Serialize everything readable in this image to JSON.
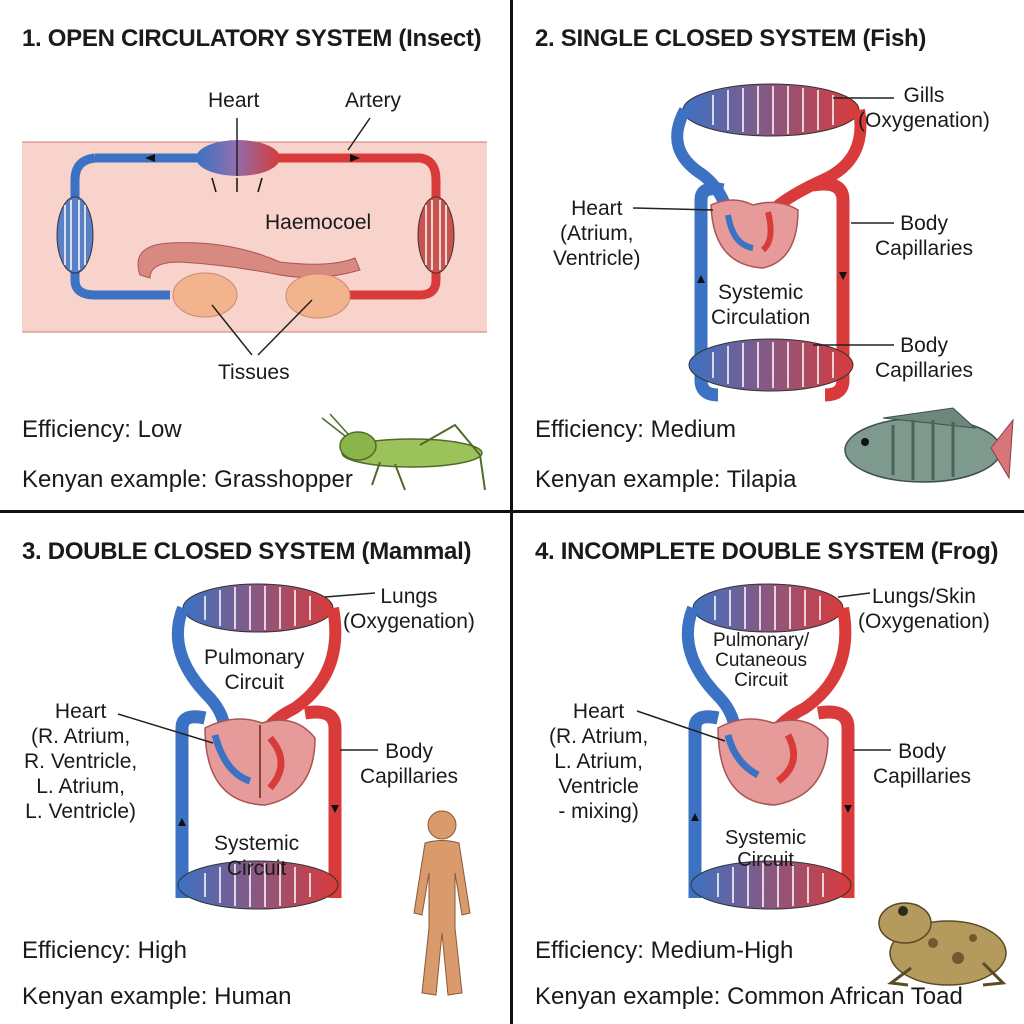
{
  "panels": [
    {
      "title": "1. OPEN CIRCULATORY SYSTEM (Insect)",
      "labels": {
        "heart": "Heart",
        "artery": "Artery",
        "haemocoel": "Haemocoel",
        "tissues": "Tissues"
      },
      "efficiency_label": "Efficiency:",
      "efficiency": "Low",
      "example_label": "Kenyan example:",
      "example": "Grasshopper",
      "illustration": "grasshopper-icon"
    },
    {
      "title": "2. SINGLE CLOSED SYSTEM (Fish)",
      "labels": {
        "gills": [
          "Gills",
          "(Oxygenation)"
        ],
        "heart": [
          "Heart",
          "(Atrium,",
          "Ventricle)"
        ],
        "body1": [
          "Body",
          "Capillaries"
        ],
        "center": [
          "Systemic",
          "Circulation"
        ],
        "body2": [
          "Body",
          "Capillaries"
        ]
      },
      "efficiency_label": "Efficiency:",
      "efficiency": "Medium",
      "example_label": "Kenyan example:",
      "example": "Tilapia",
      "illustration": "fish-icon"
    },
    {
      "title": "3. DOUBLE CLOSED SYSTEM (Mammal)",
      "labels": {
        "lungs": [
          "Lungs",
          "(Oxygenation)"
        ],
        "pulmonary": [
          "Pulmonary",
          "Circuit"
        ],
        "heart": [
          "Heart",
          "(R. Atrium,",
          "R. Ventricle,",
          "L. Atrium,",
          "L. Ventricle)"
        ],
        "body": [
          "Body",
          "Capillaries"
        ],
        "systemic": [
          "Systemic",
          "Circuit"
        ]
      },
      "efficiency_label": "Efficiency:",
      "efficiency": "High",
      "example_label": "Kenyan example:",
      "example": "Human",
      "illustration": "human-silhouette-icon"
    },
    {
      "title": "4. INCOMPLETE DOUBLE SYSTEM (Frog)",
      "labels": {
        "lungs": [
          "Lungs/Skin",
          "(Oxygenation)"
        ],
        "pulmonary": [
          "Pulmonary/",
          "Cutaneous",
          "Circuit"
        ],
        "heart": [
          "Heart",
          "(R. Atrium,",
          "L. Atrium,",
          "Ventricle",
          "- mixing)"
        ],
        "body": [
          "Body",
          "Capillaries"
        ],
        "systemic": [
          "Systemic",
          "Circuit"
        ]
      },
      "efficiency_label": "Efficiency:",
      "efficiency": "Medium-High",
      "example_label": "Kenyan example:",
      "example": "Common African Toad",
      "illustration": "toad-icon"
    }
  ],
  "colors": {
    "oxygenated": "#d93b3b",
    "deoxygenated": "#3c72c4",
    "haemocoel": "#f8d3cc",
    "divider": "#111111"
  }
}
